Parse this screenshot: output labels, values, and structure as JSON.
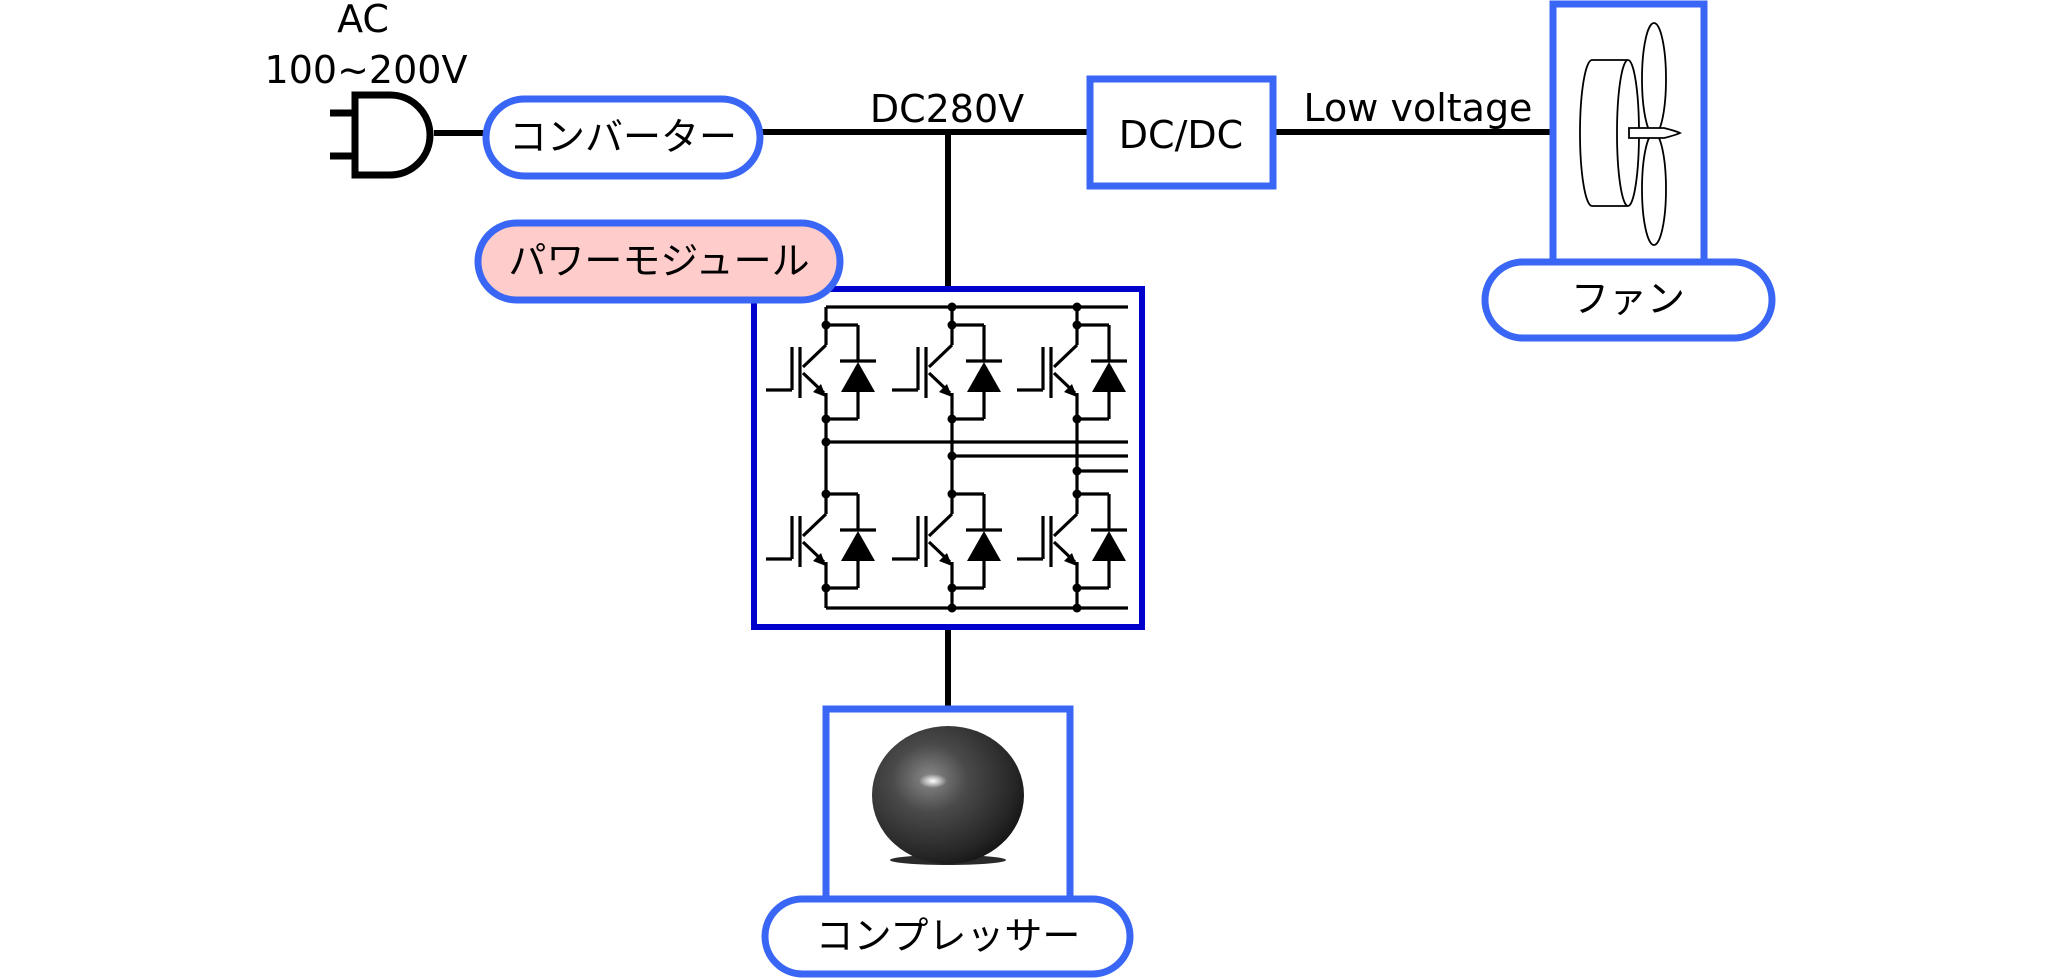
{
  "colors": {
    "box_border": "#3a66f5",
    "module_border": "#0000cc",
    "highlight_fill": "#ffcccc",
    "wire": "#000000",
    "background": "#ffffff"
  },
  "source": {
    "line1": "AC",
    "line2": "100~200V",
    "icon": "power-plug-icon"
  },
  "converter": {
    "label": "コンバーター"
  },
  "dc_bus": {
    "label": "DC280V"
  },
  "dcdc": {
    "label": "DC/DC"
  },
  "low_voltage": {
    "label": "Low voltage"
  },
  "fan": {
    "label": "ファン",
    "icon": "fan-icon"
  },
  "power_module": {
    "label": "パワーモジュール",
    "icon": "igbt-inverter-bridge-icon",
    "phases": 3,
    "switches_per_phase": 2
  },
  "compressor": {
    "label": "コンプレッサー",
    "icon": "compressor-icon"
  }
}
